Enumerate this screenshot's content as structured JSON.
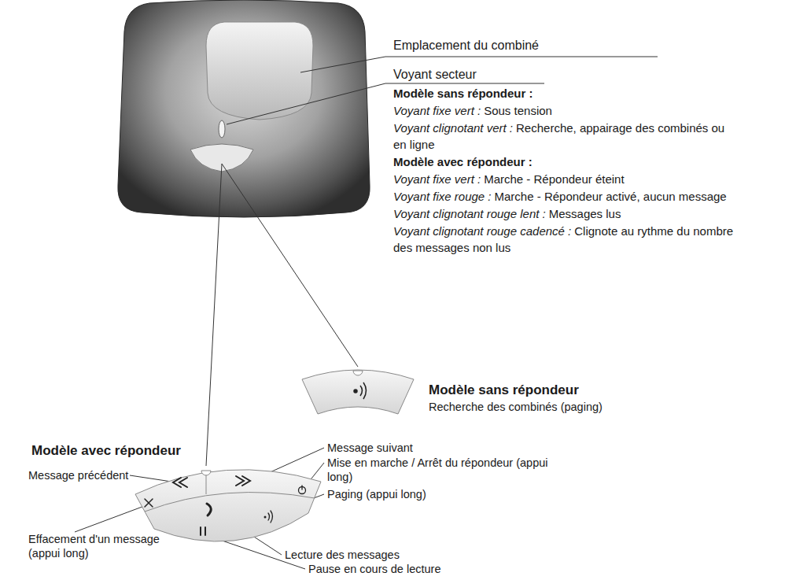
{
  "diagram": {
    "labels": [
      "Emplacement du combiné",
      "Voyant secteur",
      "Modèle sans répondeur :",
      "Voyant fixe vert :",
      "Sous tension",
      "Voyant clignotant vert :",
      "Recherche, appairage des combinés ou en ligne",
      "Modèle avec répondeur :",
      "Voyant fixe vert :",
      "Marche - Répondeur éteint",
      "Voyant fixe rouge :",
      "Marche - Répondeur activé, aucun message",
      "Voyant clignotant rouge lent :",
      "Messages lus",
      "Voyant clignotant rouge cadencé :",
      "Clignote au rythme du nombre des messages non lus",
      "Modèle sans répondeur",
      "Recherche des combinés (paging)",
      "Modèle avec répondeur",
      "Message précédent",
      "Message suivant",
      "Mise en marche / Arrêt du répondeur (appui long)",
      "Paging (appui long)",
      "Effacement d'un message (appui long)",
      "Lecture des messages",
      "Pause en cours de lecture"
    ]
  }
}
